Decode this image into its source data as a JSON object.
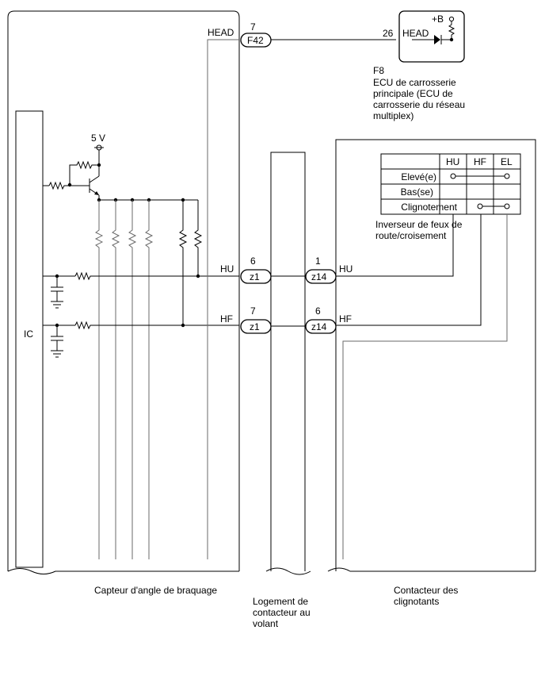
{
  "ecu": {
    "supply": "+B",
    "pin": "26",
    "signal": "HEAD",
    "code": "F8",
    "name_lines": [
      "ECU de carrosserie",
      "principale (ECU de",
      "carrosserie du réseau",
      "multiplex)"
    ]
  },
  "sensor": {
    "supply_label": "5 V",
    "ic_label": "IC",
    "head_label": "HEAD",
    "hu_label": "HU",
    "hf_label": "HF",
    "caption": "Capteur d'angle de braquage"
  },
  "connectors": {
    "f42": {
      "pin": "7",
      "name": "F42"
    },
    "z1_hu": {
      "pin": "6",
      "name": "z1"
    },
    "z1_hf": {
      "pin": "7",
      "name": "z1"
    },
    "z14_hu": {
      "pin": "1",
      "name": "z14"
    },
    "z14_hf": {
      "pin": "6",
      "name": "z14"
    }
  },
  "housing": {
    "caption_lines": [
      "Logement de",
      "contacteur au",
      "volant"
    ]
  },
  "turn_switch": {
    "hu_label": "HU",
    "hf_label": "HF",
    "caption_lines": [
      "Contacteur des",
      "clignotants"
    ],
    "dimmer_caption_lines": [
      "Inverseur de feux de",
      "route/croisement"
    ],
    "table": {
      "columns": [
        "HU",
        "HF",
        "EL"
      ],
      "rows": [
        "Elevé(e)",
        "Bas(se)",
        "Clignotement"
      ]
    }
  }
}
